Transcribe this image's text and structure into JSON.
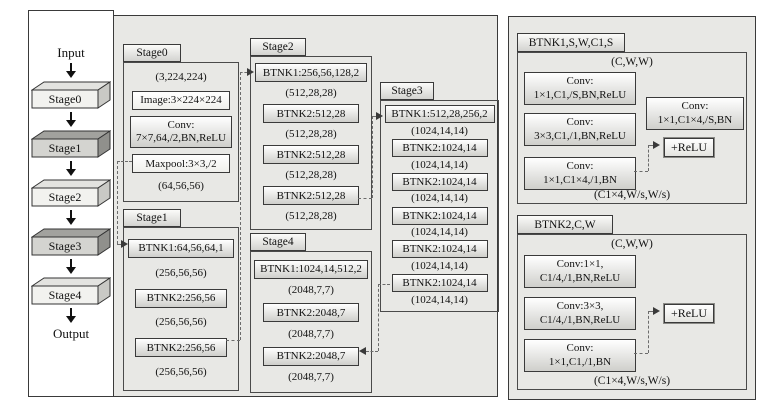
{
  "colors": {
    "panel_bg": "#e8e8e5",
    "border": "#3a3a3a",
    "dashed": "#6b6b6b"
  },
  "overview": {
    "input": "Input",
    "output": "Output",
    "stages": [
      "Stage0",
      "Stage1",
      "Stage2",
      "Stage3",
      "Stage4"
    ]
  },
  "stage0": {
    "tab": "Stage0",
    "dim_in": "(3,224,224)",
    "image": "Image:3×224×224",
    "conv_l1": "Conv:",
    "conv_l2": "7×7,64,/2,BN,ReLU",
    "maxpool": "Maxpool:3×3,/2",
    "dim_out": "(64,56,56)"
  },
  "stage1": {
    "tab": "Stage1",
    "blocks": [
      {
        "label": "BTNK1:64,56,64,1",
        "dim": "(256,56,56)"
      },
      {
        "label": "BTNK2:256,56",
        "dim": "(256,56,56)"
      },
      {
        "label": "BTNK2:256,56",
        "dim": "(256,56,56)"
      }
    ]
  },
  "stage2": {
    "tab": "Stage2",
    "blocks": [
      {
        "label": "BTNK1:256,56,128,2",
        "dim": "(512,28,28)"
      },
      {
        "label": "BTNK2:512,28",
        "dim": "(512,28,28)"
      },
      {
        "label": "BTNK2:512,28",
        "dim": "(512,28,28)"
      },
      {
        "label": "BTNK2:512,28",
        "dim": "(512,28,28)"
      }
    ]
  },
  "stage3": {
    "tab": "Stage3",
    "blocks": [
      {
        "label": "BTNK1:512,28,256,2",
        "dim": "(1024,14,14)"
      },
      {
        "label": "BTNK2:1024,14",
        "dim": "(1024,14,14)"
      },
      {
        "label": "BTNK2:1024,14",
        "dim": "(1024,14,14)"
      },
      {
        "label": "BTNK2:1024,14",
        "dim": "(1024,14,14)"
      },
      {
        "label": "BTNK2:1024,14",
        "dim": "(1024,14,14)"
      },
      {
        "label": "BTNK2:1024,14",
        "dim": "(1024,14,14)"
      }
    ]
  },
  "stage4": {
    "tab": "Stage4",
    "blocks": [
      {
        "label": "BTNK1:1024,14,512,2",
        "dim": "(2048,7,7)"
      },
      {
        "label": "BTNK2:2048,7",
        "dim": "(2048,7,7)"
      },
      {
        "label": "BTNK2:2048,7",
        "dim": "(2048,7,7)"
      }
    ]
  },
  "btnk1": {
    "tab": "BTNK1,S,W,C1,S",
    "dim_in": "(C,W,W)",
    "conv1_l1": "Conv:",
    "conv1_l2": "1×1,C1,/S,BN,ReLU",
    "conv2_l1": "Conv:",
    "conv2_l2": "3×3,C1,/1,BN,ReLU",
    "conv3_l1": "Conv:",
    "conv3_l2": "1×1,C1×4,/1,BN",
    "shortcut_l1": "Conv:",
    "shortcut_l2": "1×1,C1×4,/S,BN",
    "relu": "+ReLU",
    "dim_out": "(C1×4,W/s,W/s)"
  },
  "btnk2": {
    "tab": "BTNK2,C,W",
    "dim_in": "(C,W,W)",
    "conv1_l1": "Conv:1×1,",
    "conv1_l2": "C1/4,/1,BN,ReLU",
    "conv2_l1": "Conv:3×3,",
    "conv2_l2": "C1/4,/1,BN,ReLU",
    "conv3_l1": "Conv:",
    "conv3_l2": "1×1,C1,/1,BN",
    "relu": "+ReLU",
    "dim_out": "(C1×4,W/s,W/s)"
  }
}
